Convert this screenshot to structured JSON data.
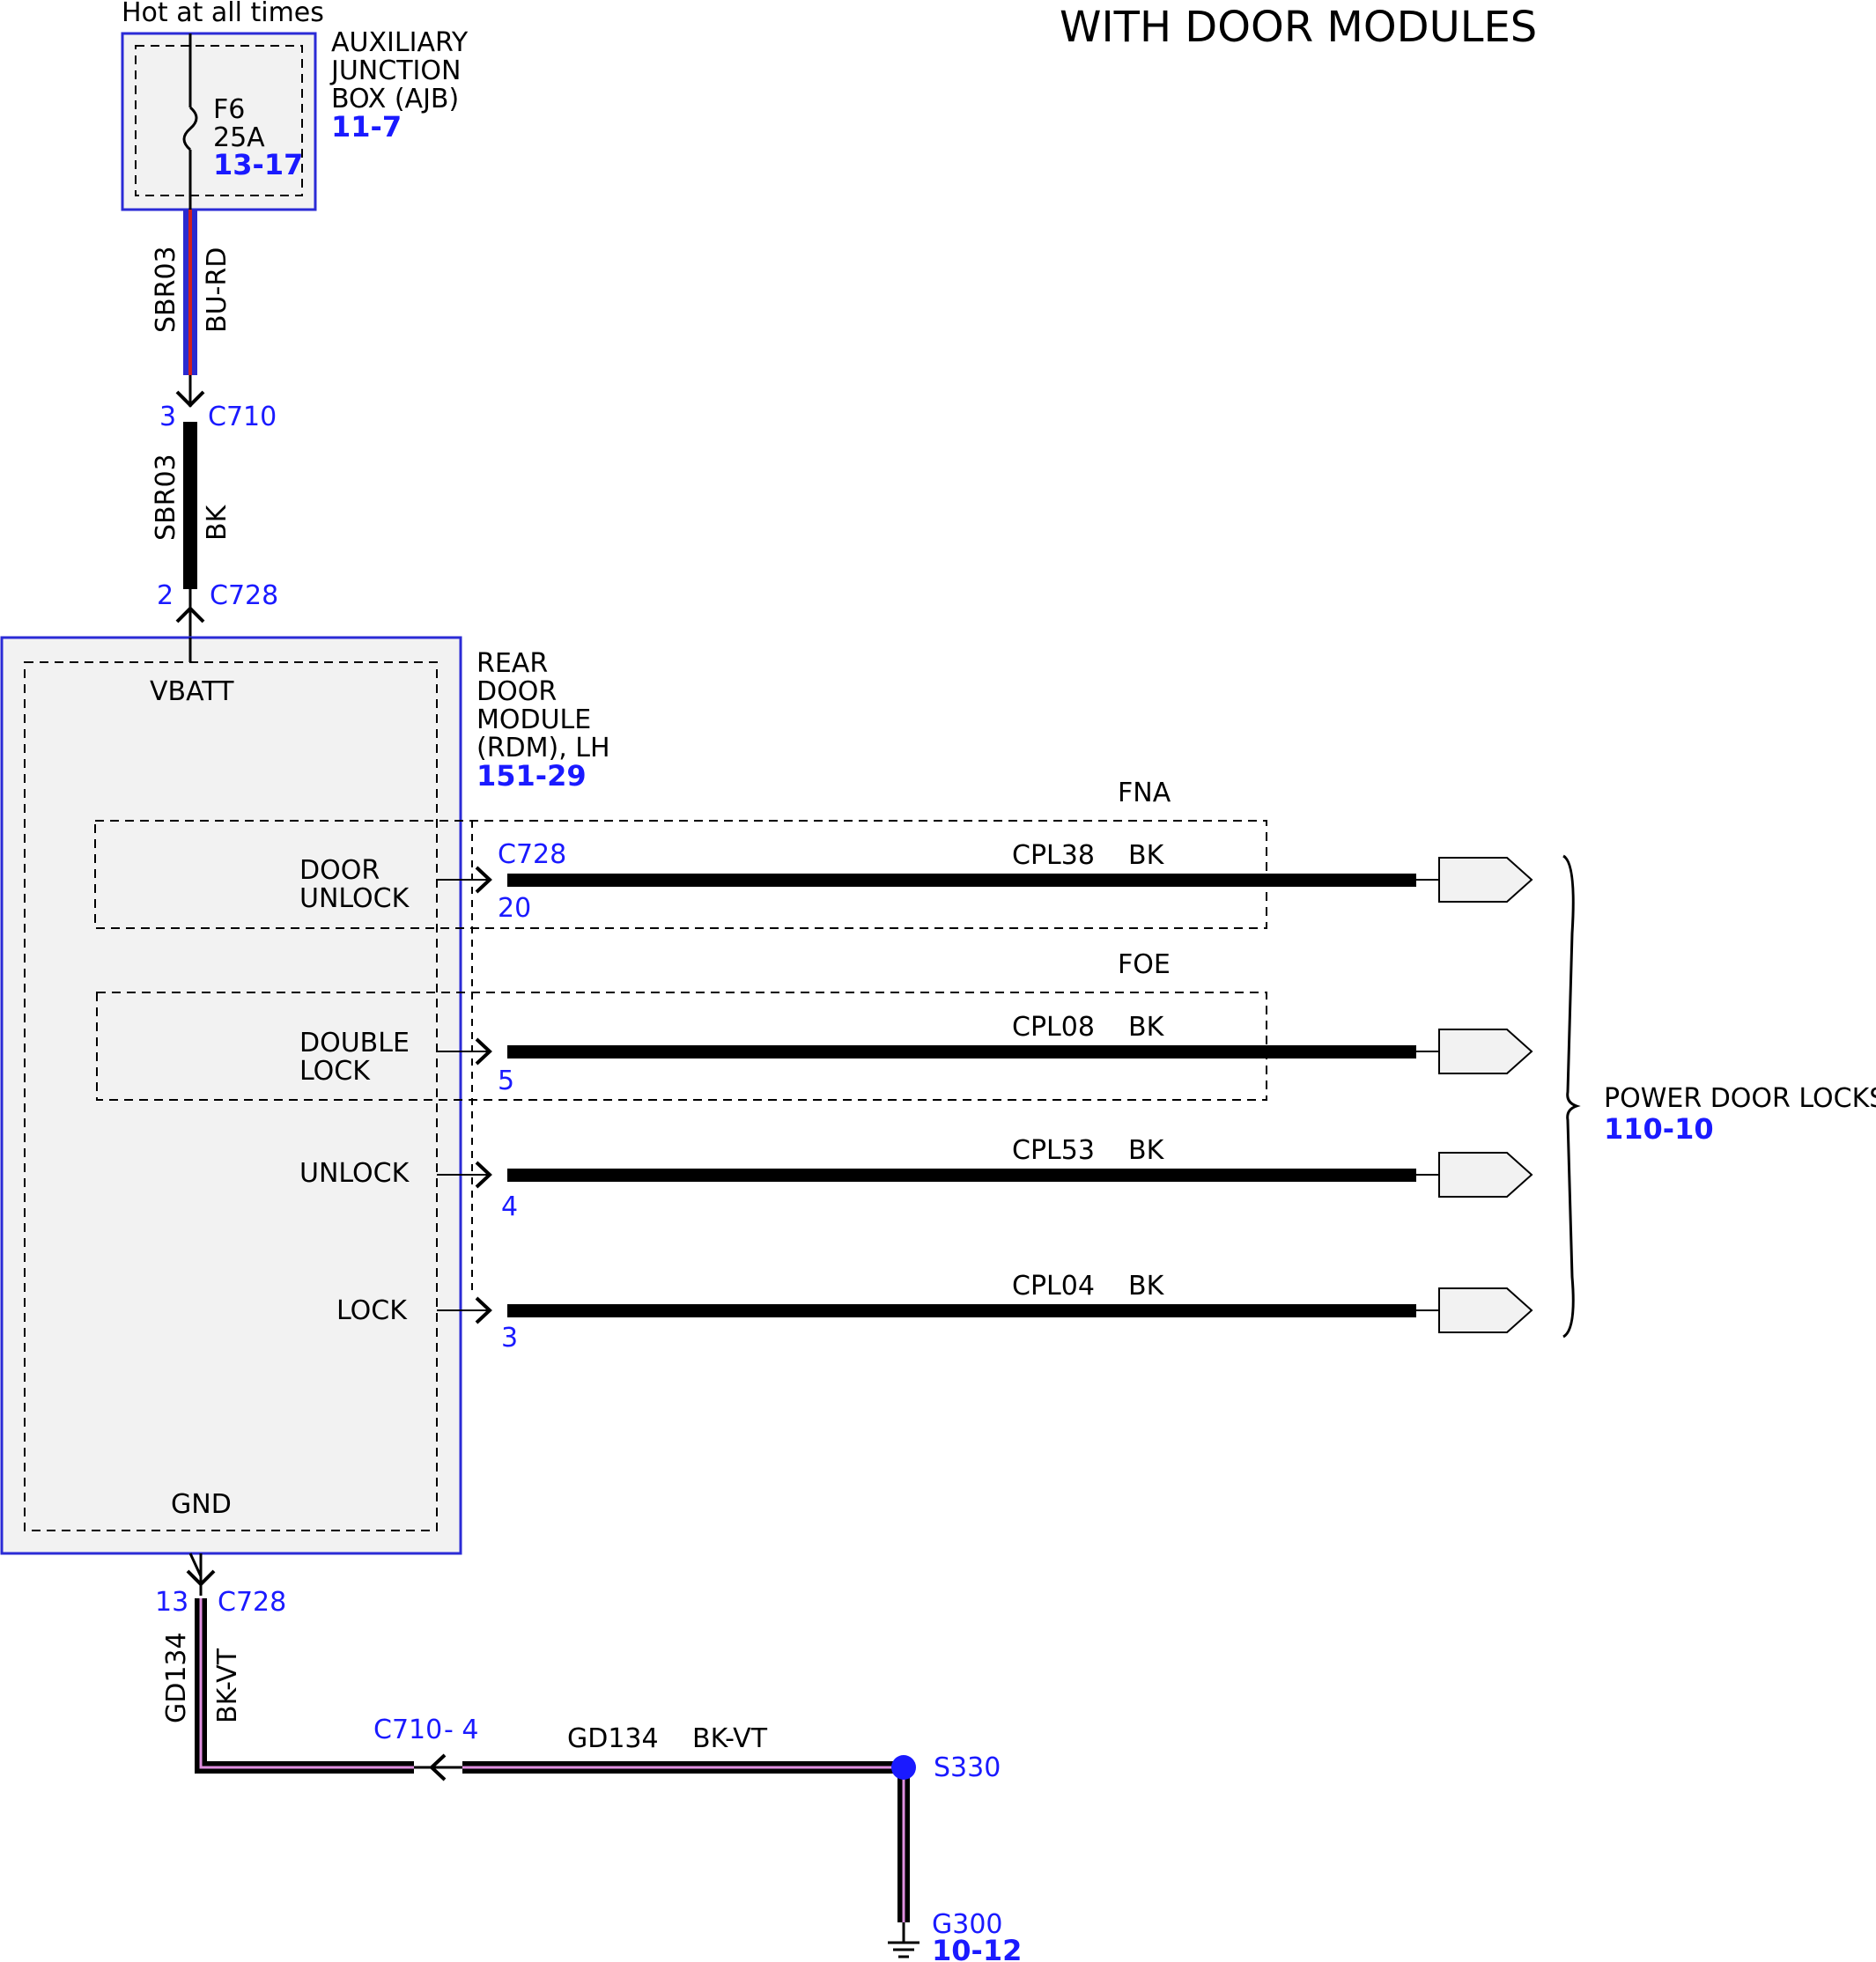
{
  "title": "WITH DOOR MODULES",
  "power_source": {
    "label": "Hot at all times"
  },
  "ajb": {
    "name_lines": [
      "AUXILIARY",
      "JUNCTION",
      "BOX (AJB)"
    ],
    "ref": "11-7",
    "fuse": {
      "id": "F6",
      "rating": "25A",
      "ref": "13-17"
    }
  },
  "wires": {
    "feed_upper": {
      "circuit": "SBR03",
      "color": "BU-RD"
    },
    "feed_lower": {
      "circuit": "SBR03",
      "color": "BK"
    },
    "ground_vertical": {
      "circuit": "GD134",
      "color": "BK-VT"
    },
    "ground_horizontal": {
      "circuit": "GD134",
      "color": "BK-VT"
    }
  },
  "connectors": {
    "c710_top": {
      "pin": "3",
      "name": "C710"
    },
    "c728_top": {
      "pin": "2",
      "name": "C728"
    },
    "c728_gnd": {
      "pin": "13",
      "name": "C728"
    },
    "c710_gnd": {
      "label": "C710",
      "pin": "- 4"
    }
  },
  "module": {
    "name_lines": [
      "REAR",
      "DOOR",
      "MODULE",
      "(RDM), LH"
    ],
    "ref": "151-29",
    "vbatt": "VBATT",
    "gnd": "GND",
    "connector": "C728"
  },
  "options": {
    "fna": "FNA",
    "foe": "FOE"
  },
  "outputs": [
    {
      "label_lines": [
        "DOOR",
        "UNLOCK"
      ],
      "pin": "20",
      "circuit": "CPL38",
      "color": "BK"
    },
    {
      "label_lines": [
        "DOUBLE",
        "LOCK"
      ],
      "pin": "5",
      "circuit": "CPL08",
      "color": "BK"
    },
    {
      "label_lines": [
        "UNLOCK"
      ],
      "pin": "4",
      "circuit": "CPL53",
      "color": "BK"
    },
    {
      "label_lines": [
        "LOCK"
      ],
      "pin": "3",
      "circuit": "CPL04",
      "color": "BK"
    }
  ],
  "destination": {
    "label": "POWER DOOR LOCKS",
    "ref": "110-10"
  },
  "splice": {
    "name": "S330"
  },
  "ground": {
    "name": "G300",
    "ref": "10-12"
  },
  "colors": {
    "border_blue": "#2b2bd6",
    "text_blue": "#1a1aff",
    "wire_black": "#000000",
    "wire_blue": "#2a2ad0",
    "wire_red": "#d02020",
    "wire_violet": "#e090e0",
    "box_fill": "#f2f2f2"
  }
}
